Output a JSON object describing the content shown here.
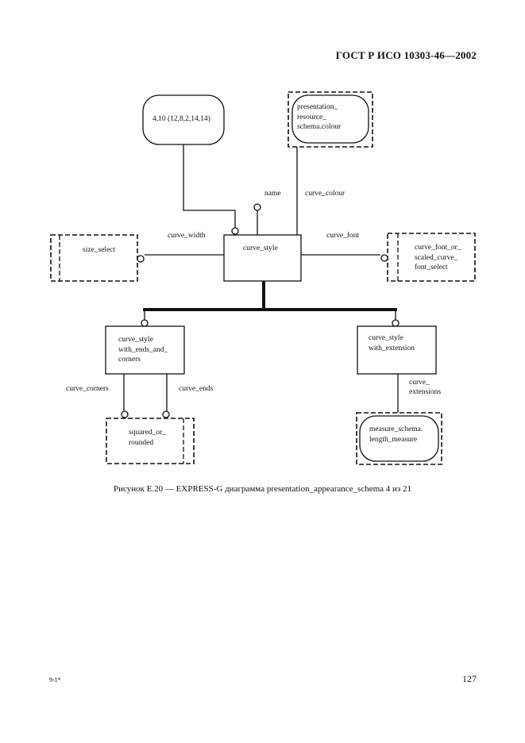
{
  "header": {
    "standard": "ГОСТ Р ИСО 10303-46—2002"
  },
  "diagram": {
    "nodes": {
      "constraint": "4,10 (12,8,2,14,14)",
      "colour_ref": [
        "presentation_",
        "resource_",
        "schema.colour"
      ],
      "curve_style": "curve_style",
      "size_select": "size_select",
      "font_ref": [
        "curve_font_or_",
        "scaled_curve_",
        "font_select"
      ],
      "ends_corners": [
        "curve_style",
        "with_ends_and_",
        "corners"
      ],
      "extension": [
        "curve_style",
        "with_extension"
      ],
      "squared": [
        "squared_or_",
        "rounded"
      ],
      "length_ref": [
        "measure_schema.",
        "length_measure"
      ]
    },
    "labels": {
      "name": "name",
      "curve_colour": "curve_colour",
      "curve_width": "curve_width",
      "curve_font": "curve_font",
      "curve_corners": "curve_corners",
      "curve_ends": "curve_ends",
      "curve_extensions": [
        "curve_",
        "extensions"
      ]
    }
  },
  "caption": "Рисунок E.20 — EXPRESS-G диаграмма presentation_appearance_schema 4 из 21",
  "footer": {
    "left_mark": "9-1*",
    "page_number": "127"
  }
}
